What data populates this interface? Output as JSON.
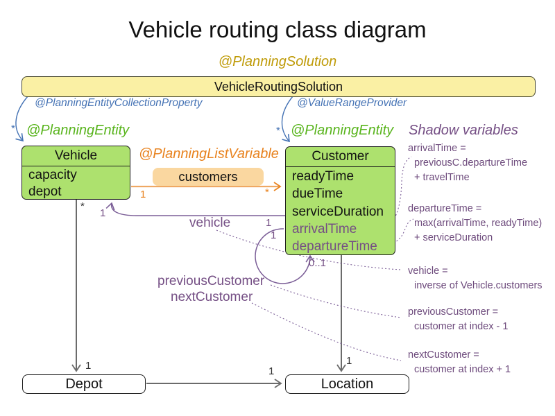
{
  "title": "Vehicle routing class diagram",
  "labels": {
    "planning_solution": "@PlanningSolution",
    "planning_entity_collection_property": "@PlanningEntityCollectionProperty",
    "value_range_provider": "@ValueRangeProvider",
    "planning_entity_left": "@PlanningEntity",
    "planning_entity_right": "@PlanningEntity",
    "planning_list_variable": "@PlanningListVariable",
    "shadow_heading": "Shadow variables"
  },
  "classes": {
    "solution": {
      "name": "VehicleRoutingSolution"
    },
    "vehicle": {
      "name": "Vehicle",
      "attributes": [
        "capacity",
        "depot"
      ]
    },
    "customer": {
      "name": "Customer",
      "attributes": [
        "readyTime",
        "dueTime",
        "serviceDuration"
      ],
      "shadow_attributes": [
        "arrivalTime",
        "departureTime"
      ]
    },
    "depot": {
      "name": "Depot"
    },
    "location": {
      "name": "Location"
    }
  },
  "list_variable": {
    "label": "customers"
  },
  "relation_labels": {
    "vehicle": "vehicle",
    "previous_customer": "previousCustomer",
    "next_customer": "nextCustomer"
  },
  "multiplicities": {
    "vehicles_star_blue": "*",
    "customers_star_blue": "*",
    "customers_one": "1",
    "customers_star": "*",
    "vehicle_one_vehicle_end": "1",
    "vehicle_one_customer_end": "1",
    "chain_one": "1",
    "chain_zero_one": "0..1",
    "depot_star": "*",
    "depot_one": "1",
    "location_one_depot": "1",
    "location_one_customer": "1"
  },
  "shadow_panel": {
    "notes": [
      {
        "lines": [
          "arrivalTime =",
          "previousC.departureTime",
          "+ travelTime"
        ]
      },
      {
        "lines": [
          "departureTime =",
          "max(arrivalTime, readyTime)",
          "+ serviceDuration"
        ]
      },
      {
        "lines": [
          "vehicle =",
          "inverse of Vehicle.customers"
        ]
      },
      {
        "lines": [
          "previousCustomer =",
          "customer at index - 1"
        ]
      },
      {
        "lines": [
          "nextCustomer =",
          "customer at index + 1"
        ]
      }
    ]
  },
  "colors": {
    "solution_fill": "#faf0a4",
    "entity_fill": "#ade16e",
    "list_variable_fill": "#fad7a0",
    "annotation_gold": "#bf9b08",
    "annotation_blue": "#4472b4",
    "annotation_green": "#58b41c",
    "annotation_orange": "#e8821e",
    "shadow_purple": "#744e84",
    "connector_gray": "#6b6b6b"
  }
}
